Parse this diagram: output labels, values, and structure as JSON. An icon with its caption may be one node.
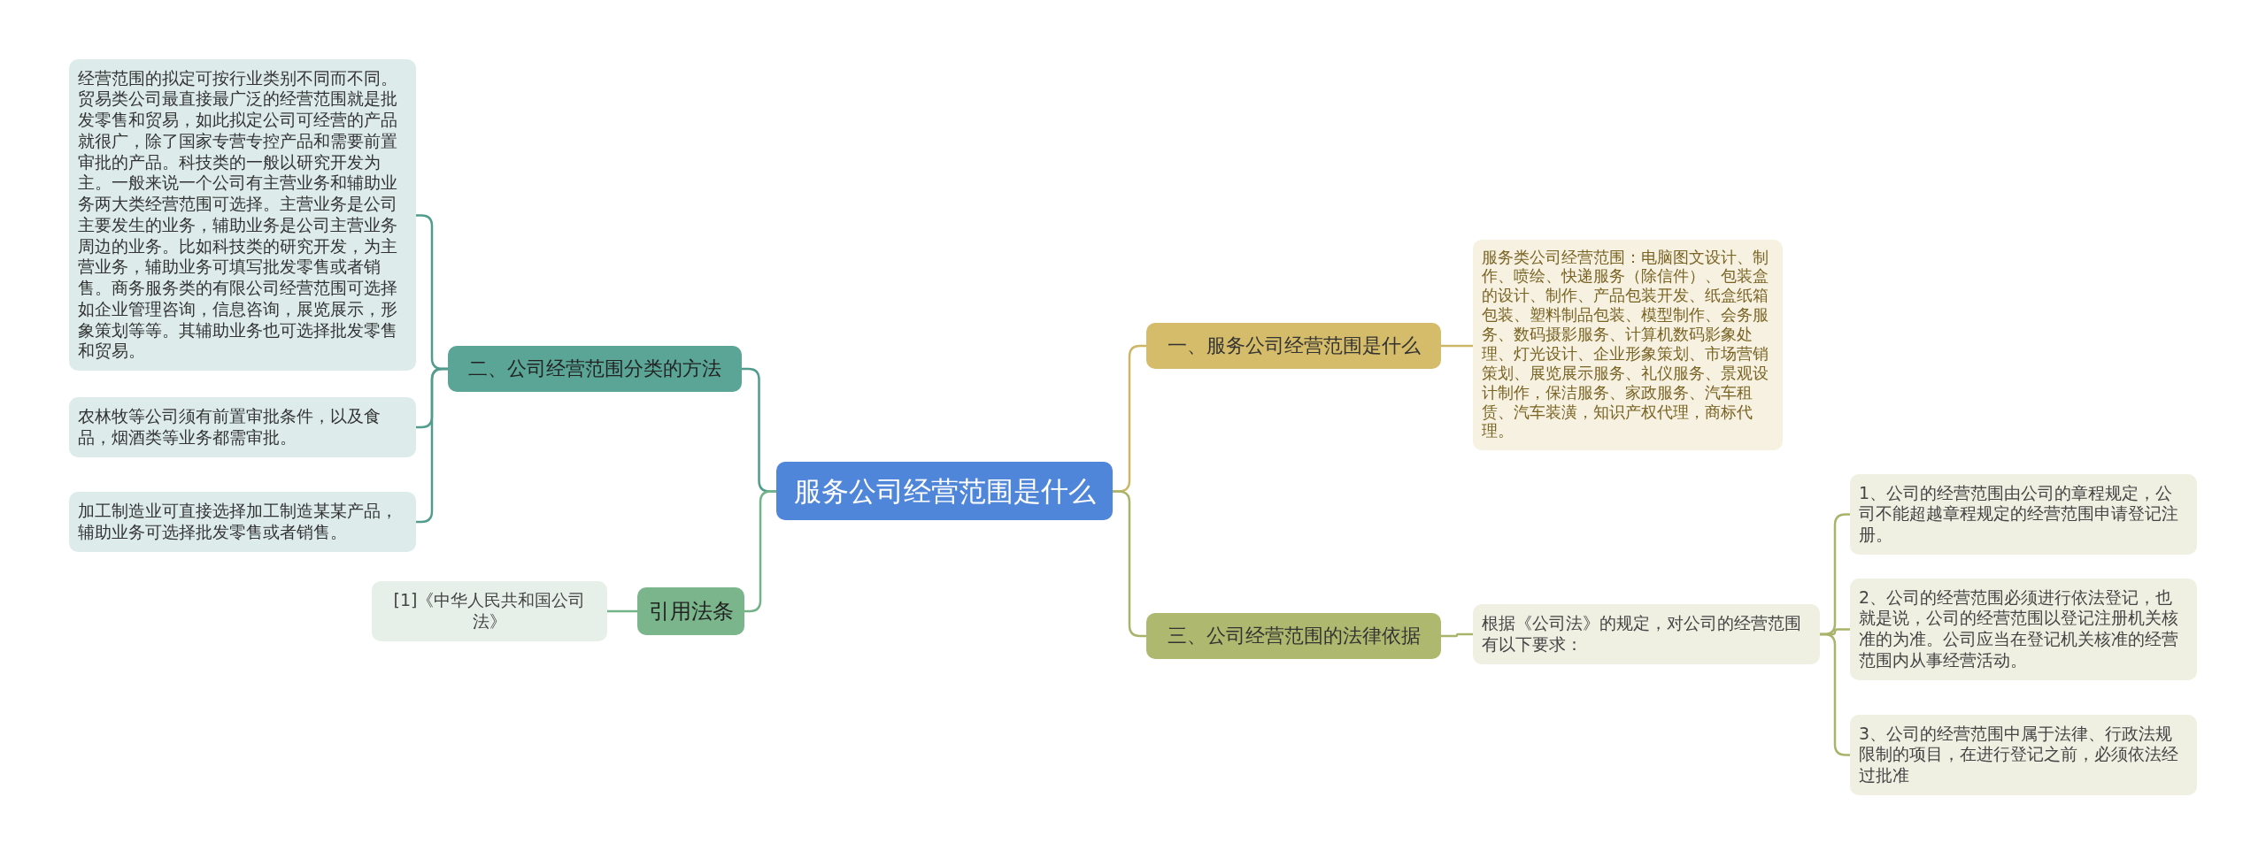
{
  "diagram": {
    "nodes": [
      {
        "text": [
          "服务公司经营范围是什么"
        ]
      },
      {
        "text": [
          "一、服务公司经营范围是什么"
        ]
      },
      {
        "text": [
          "服务类公司经营范围：电脑图文设计、制作、喷绘、快递服务（除信件）、包装盒的设计、制作、产品包装开发、纸盒纸箱包装、塑料制品包装、模型制作、会务服务、数码摄影服务、计算机数码影象处理、灯光设计、企业形象策划、市场营销策划、展览展示服务、礼仪服务、景观设计制作，保洁服务、家政服务、汽车租赁、汽车装潢，知识产权代理，商标代理。"
        ]
      },
      {
        "text": [
          "三、公司经营范围的法律依据"
        ]
      },
      {
        "text": [
          "根据《公司法》的规定，对公司的经营范围有以下要求："
        ]
      },
      {
        "text": [
          "1、公司的经营范围由公司的章程规定，公司不能超越章程规定的经营范围申请登记注册。"
        ]
      },
      {
        "text": [
          "2、公司的经营范围必须进行依法登记，也就是说，公司的经营范围以登记注册机关核准的为准。公司应当在登记机关核准的经营范围内从事经营活动。"
        ]
      },
      {
        "text": [
          "3、公司的经营范围中属于法律、行政法规限制的项目，在进行登记之前，必须依法经过批准"
        ]
      },
      {
        "text": [
          "二、公司经营范围分类的方法"
        ]
      },
      {
        "text": [
          "经营范围的拟定可按行业类别不同而不同。贸易类公司最直接最广泛的经营范围就是批发零售和贸易，如此拟定公司可经营的产品就很广，除了国家专营专控产品和需要前置审批的产品。科技类的一般以研究开发为主。一般来说一个公司有主营业务和辅助业务两大类经营范围可选择。主营业务是公司主要发生的业务，辅助业务是公司主营业务周边的业务。比如科技类的研究开发，为主营业务，辅助业务可填写批发零售或者销售。商务服务类的有限公司经营范围可选择如企业管理咨询，信息咨询，展览展示，形象策划等等。其辅助业务也可选择批发零售和贸易。"
        ]
      },
      {
        "text": [
          "农林牧等公司须有前置审批条件，以及食品，烟酒类等业务都需审批。"
        ]
      },
      {
        "text": [
          "加工制造业可直接选择加工制造某某产品，辅助业务可选择批发零售或者销售。"
        ]
      },
      {
        "text": [
          "引用法条"
        ]
      },
      {
        "text": [
          "[1]《中华人民共和国公司法》"
        ]
      }
    ],
    "edges": [
      {
        "from": 0,
        "to": 1,
        "arrow": "none",
        "color": "#cdb767"
      },
      {
        "from": 1,
        "to": 2,
        "arrow": "none",
        "color": "#cdb767"
      },
      {
        "from": 0,
        "to": 3,
        "arrow": "none"
      },
      {
        "from": 3,
        "to": 4,
        "arrow": "none"
      },
      {
        "from": 4,
        "to": 5,
        "arrow": "none"
      },
      {
        "from": 4,
        "to": 6,
        "arrow": "none"
      },
      {
        "from": 4,
        "to": 7,
        "arrow": "none"
      },
      {
        "from": 0,
        "to": 8,
        "arrow": "none",
        "color": "#519c8d"
      },
      {
        "from": 8,
        "to": 9,
        "arrow": "none",
        "color": "#519c8d"
      },
      {
        "from": 8,
        "to": 10,
        "arrow": "none",
        "color": "#519c8d"
      },
      {
        "from": 8,
        "to": 11,
        "arrow": "none",
        "color": "#519c8d"
      },
      {
        "from": 0,
        "to": 12,
        "arrow": "none",
        "color": "#74b287"
      },
      {
        "from": 12,
        "to": 13,
        "arrow": "none",
        "color": "#74b287"
      }
    ]
  }
}
